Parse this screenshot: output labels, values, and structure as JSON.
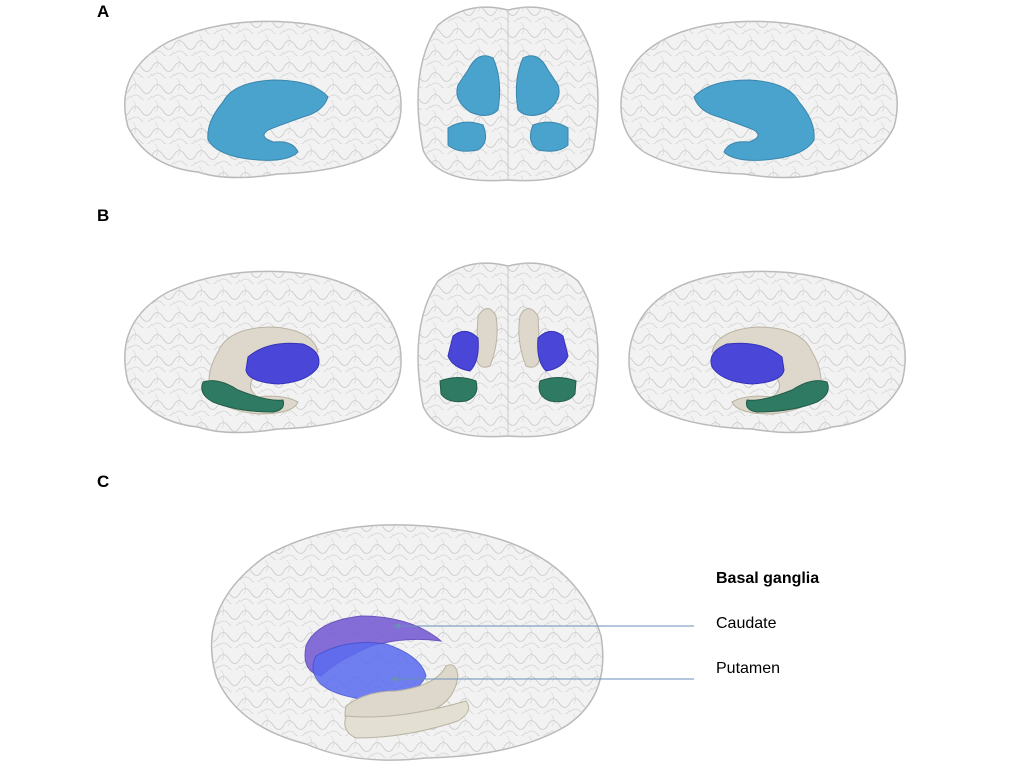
{
  "panels": {
    "a": {
      "label": "A"
    },
    "b": {
      "label": "B"
    },
    "c": {
      "label": "C"
    }
  },
  "legend": {
    "title": "Basal ganglia",
    "items": [
      "Caudate",
      "Putamen"
    ]
  },
  "colors": {
    "brain_outline": "#b9b9b9",
    "brain_fill": "#f1f1f1",
    "structure_a": "#4aa3cc",
    "caudate": "#ddd8cb",
    "putamen": "#4a47d8",
    "pallidum": "#2f7a62",
    "highlight_caudate": "#7a5fd6",
    "highlight_putamen": "#5a6cf0",
    "pointer_line": "#6b8fb8"
  }
}
